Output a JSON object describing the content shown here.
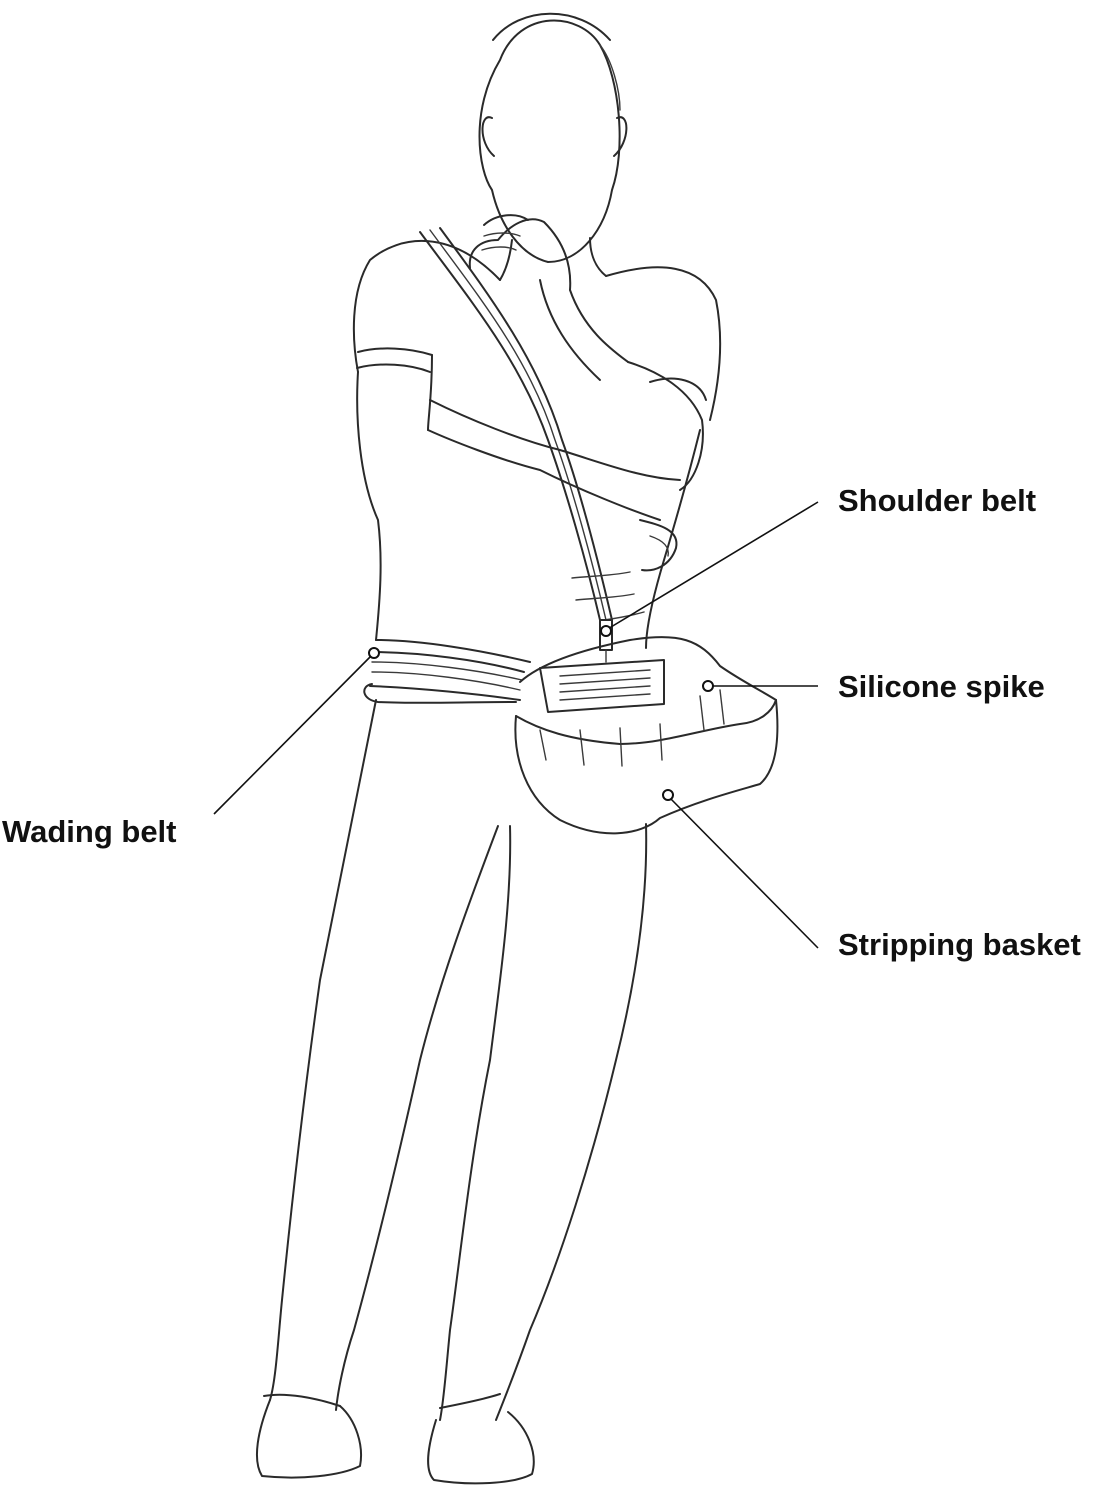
{
  "diagram": {
    "callouts": {
      "shoulder_belt": "Shoulder belt",
      "silicone_spike": "Silicone spike",
      "wading_belt": "Wading belt",
      "stripping_basket": "Stripping basket"
    },
    "colors": {
      "line": "#2a2a2a",
      "label": "#111111",
      "background": "#ffffff"
    }
  }
}
